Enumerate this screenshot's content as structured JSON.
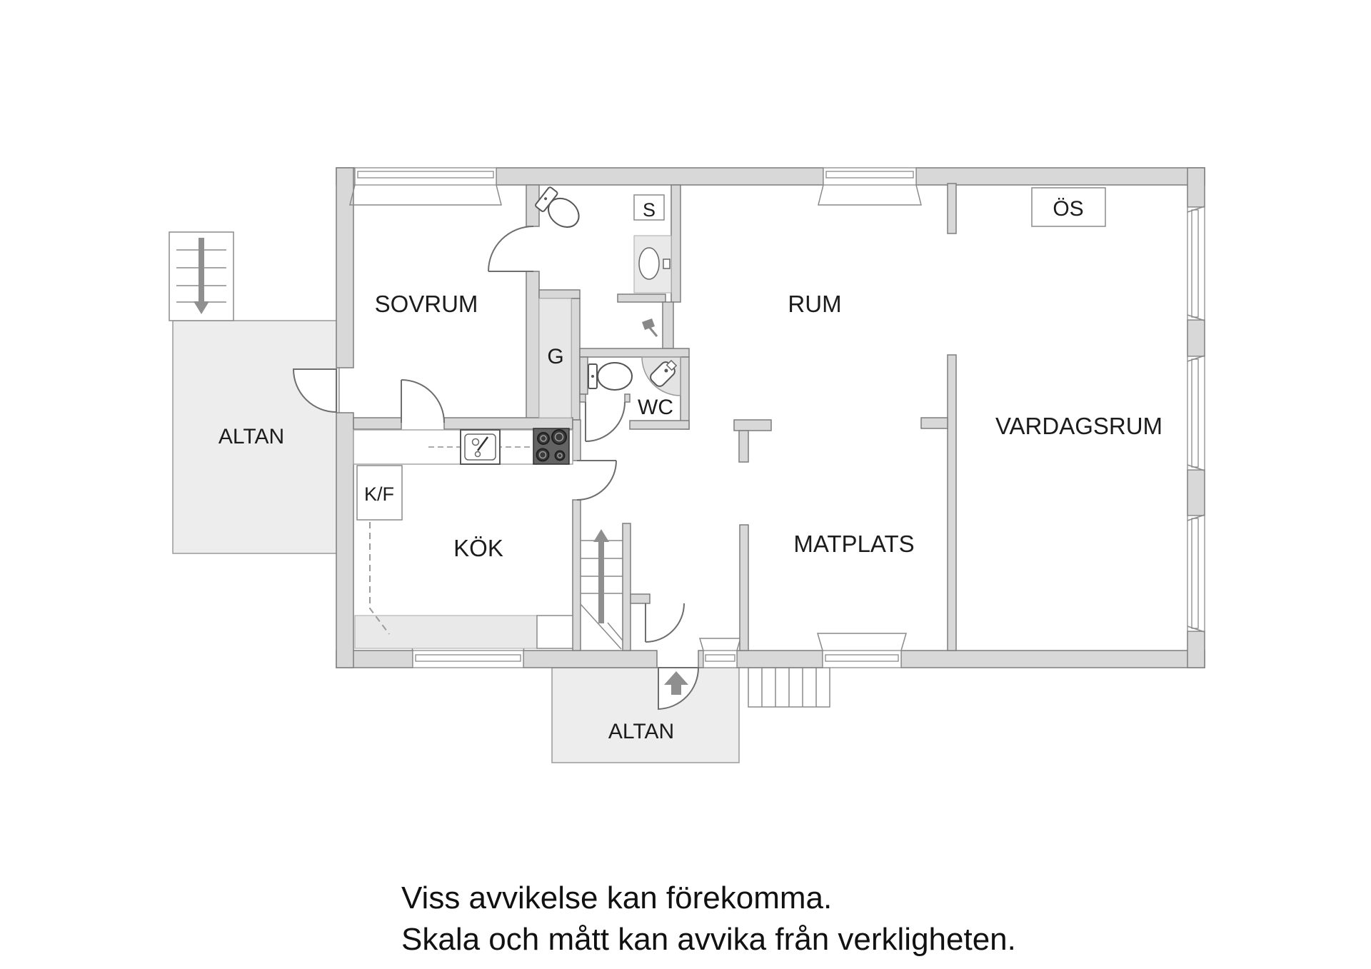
{
  "colors": {
    "background": "#ffffff",
    "wall_fill": "#d8d8d8",
    "wall_stroke": "#7d7d7d",
    "terrace_fill": "#ededed",
    "closet_fill": "#e7e7e7",
    "stove_fill": "#636363",
    "label_color": "#1c1c1c",
    "arrow_color": "#8f8f8f"
  },
  "rooms": {
    "sovrum": {
      "label": "SOVRUM"
    },
    "kok": {
      "label": "KÖK"
    },
    "rum": {
      "label": "RUM"
    },
    "vardagsrum": {
      "label": "VARDAGSRUM"
    },
    "matplats": {
      "label": "MATPLATS"
    },
    "wc": {
      "label": "WC"
    },
    "garderob": {
      "label": "G"
    },
    "stadskap": {
      "label": "S"
    },
    "oppen_spis": {
      "label": "ÖS"
    },
    "kyl_frys": {
      "label": "K/F"
    },
    "altan_left": {
      "label": "ALTAN"
    },
    "altan_bottom": {
      "label": "ALTAN"
    }
  },
  "disclaimer": {
    "line1": "Viss avvikelse kan förekomma.",
    "line2": "Skala och mått kan avvika från verkligheten."
  }
}
